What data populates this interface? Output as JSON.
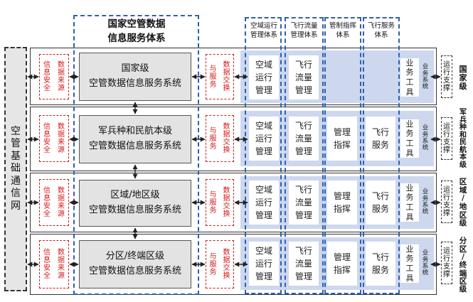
{
  "diagram": {
    "title_line1": "国家空管数据",
    "title_line2": "信息服务体系",
    "col_headers": [
      {
        "line1": "空域运行",
        "line2": "管理体系"
      },
      {
        "line1": "飞行流量",
        "line2": "管理体系"
      },
      {
        "line1": "管制指挥",
        "line2": "体系"
      },
      {
        "line1": "飞行服务",
        "line2": "体系"
      }
    ],
    "left_network": [
      "空",
      "管",
      "基",
      "础",
      "通",
      "信",
      "网"
    ],
    "rows": [
      {
        "core_line1": "国家级",
        "core_line2": "空管数据信息服务系统",
        "level_chars": [
          "国",
          "家",
          "级"
        ],
        "cells": [
          [
            "空域",
            "运行",
            "管理"
          ],
          [
            "飞行",
            "流量",
            "管理"
          ]
        ]
      },
      {
        "core_line1": "军兵种和民航本级",
        "core_line2": "空管数据信息服务系统",
        "level_chars": [
          "军",
          "兵",
          "种",
          "和",
          "民",
          "航",
          "本",
          "级"
        ],
        "cells": [
          [
            "空域",
            "运行",
            "管理"
          ],
          [
            "飞行",
            "流量",
            "管理"
          ],
          [
            "管理",
            "指挥"
          ],
          [
            "飞行",
            "服务"
          ]
        ]
      },
      {
        "core_line1": "区域/地区级",
        "core_line2": "空管数据信息服务系统",
        "level_chars": [
          "区",
          "域",
          "/",
          "地",
          "区",
          "级"
        ],
        "cells": [
          [
            "空域",
            "运行",
            "管理"
          ],
          [
            "飞行",
            "流量",
            "管理"
          ],
          [
            "管理",
            "指挥"
          ],
          [
            "飞行",
            "服务"
          ]
        ]
      },
      {
        "core_line1": "分区/终端区级",
        "core_line2": "空管数据信息服务系统",
        "level_chars": [
          "分",
          "区",
          "/",
          "终",
          "端",
          "区",
          "级"
        ],
        "cells": [
          [
            "空域",
            "运行",
            "管理"
          ],
          [
            "飞行",
            "流量",
            "管理"
          ],
          [
            "管理",
            "指挥"
          ],
          [
            "飞行",
            "服务"
          ]
        ]
      }
    ],
    "side_left": {
      "col1": [
        "信",
        "息",
        "安",
        "全"
      ],
      "col2": [
        "数",
        "据",
        "来",
        "源"
      ]
    },
    "side_mid": {
      "col1": [
        "与",
        "服",
        "务"
      ],
      "col2": [
        "数",
        "据",
        "交",
        "换"
      ]
    },
    "business_tool": [
      "业",
      "务",
      "工",
      "具"
    ],
    "business_system": [
      "业",
      "务",
      "系",
      "统"
    ],
    "ops_support": [
      "运",
      "行",
      "支",
      "撑"
    ]
  }
}
